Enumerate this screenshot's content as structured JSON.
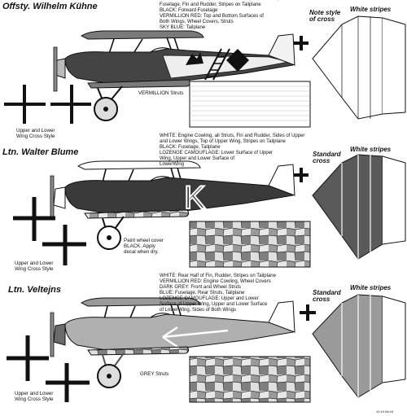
{
  "sections": [
    {
      "title": "Offsty. Wilhelm Kühne",
      "colors": "WHITE:      Radiator Shell, Lower Front Cowl, Rear Struts,\n                  Fuselage, Fin and Rudder, Stripes on Tailplane\nBLACK:        Forward Fuselage\nVERMILLION RED:  Top and Bottom Surfaces of\n                  Both Wings, Wheel Covers, Struts\nSKY BLUE:  Tailplane",
      "cross_label": "Note style\nof cross",
      "stripes_label": "White stripes",
      "struts_callout": "VERMILLION Struts",
      "wing_cross_callout": "Upper and Lower\nWing Cross Style"
    },
    {
      "title": "Ltn. Walter Blume",
      "colors": "WHITE:      Engine Cowling, all Struts, Fin and Rudder, Sides of Upper\n                  and Lower Wings, Top of Upper Wing, Stripes on Tailplane\nBLACK:        Fuselage, Tailplane\nLOZENGE CAMOUFLAGE:  Lower Surface of Upper\n                  Wing, Upper and Lower Surface of\n                  LowerWing",
      "cross_label": "Standard\ncross",
      "stripes_label": "White stripes",
      "wheel_callout": "Paint wheel cover\nBLACK.  Apply\ndecal when dry.",
      "wing_cross_callout": "Upper and Lower\nWing Cross Style",
      "fuselage_letter": "K"
    },
    {
      "title": "Ltn. Veltejns",
      "colors": "WHITE:      Rear Half of Fin, Rudder, Stripes on Tailplane\nVERMILLION RED:  Engine Cowling, Wheel Covers\nDARK GREY:  Front and Wheel Struts\nBLUE:        Fuselage, Rear Struts, Tailplane\nLOZENGE CAMOUFLAGE:  Upper and Lower\nSurface of Upper Wing, Upper and Lower Surface\nof LowerWing, Sides of Both Wings",
      "cross_label": "Standard\ncross",
      "stripes_label": "White stripes",
      "struts_callout": "GREY Struts",
      "wing_cross_callout": "Upper and Lower\nWing Cross Style"
    }
  ],
  "footer_code": "10.10.06.04",
  "palette": {
    "ink": "#1a1a1a",
    "grey": "#8c8c8c",
    "light_grey": "#bdbdbd",
    "paper": "#ffffff"
  }
}
